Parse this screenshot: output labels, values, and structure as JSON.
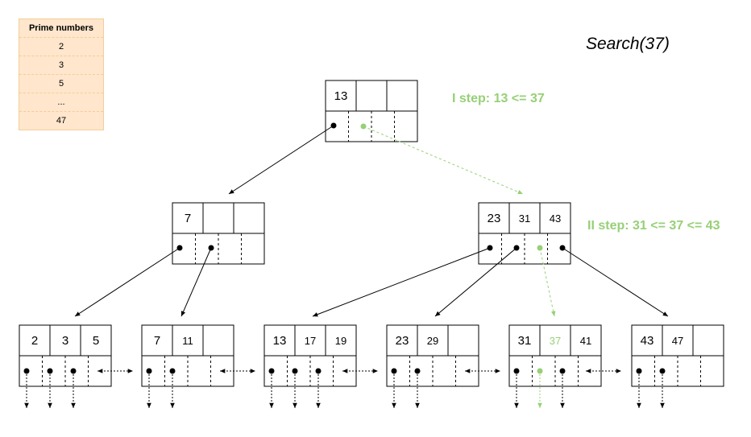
{
  "title": "Search(37)",
  "steps": {
    "step1": "I step: 13 <= 37",
    "step2": "II step: 31 <= 37 <= 43"
  },
  "legend": {
    "title": "Prime numbers",
    "rows": [
      "2",
      "3",
      "5",
      "...",
      "47"
    ]
  },
  "colors": {
    "highlight": "#97d077",
    "legend_bg": "#ffe6cc",
    "line": "#000000"
  },
  "tree": {
    "root": {
      "keys": [
        "13",
        "",
        ""
      ]
    },
    "internal": [
      {
        "keys": [
          "7",
          "",
          ""
        ]
      },
      {
        "keys": [
          "23",
          "31",
          "43"
        ]
      }
    ],
    "leaves": [
      {
        "keys": [
          "2",
          "3",
          "5"
        ]
      },
      {
        "keys": [
          "7",
          "11",
          ""
        ]
      },
      {
        "keys": [
          "13",
          "17",
          "19"
        ]
      },
      {
        "keys": [
          "23",
          "29",
          ""
        ]
      },
      {
        "keys": [
          "31",
          "37",
          "41"
        ]
      },
      {
        "keys": [
          "43",
          "47",
          ""
        ]
      }
    ],
    "highlight_path": [
      "13",
      "31",
      "37"
    ]
  }
}
